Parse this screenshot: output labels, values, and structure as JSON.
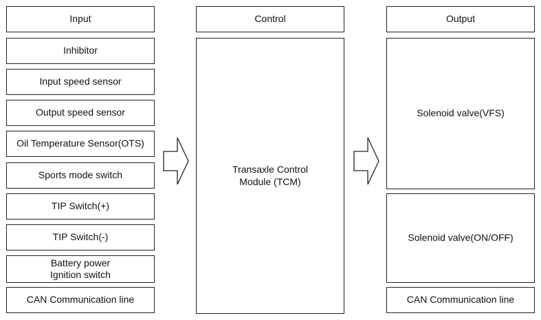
{
  "headers": {
    "input": "Input",
    "control": "Control",
    "output": "Output"
  },
  "inputs": [
    "Inhibitor",
    "Input speed sensor",
    "Output speed sensor",
    "Oil Temperature Sensor(OTS)",
    "Sports mode switch",
    "TIP Switch(+)",
    "TIP Switch(-)",
    "Battery power\nIgnition switch",
    "CAN Communication line"
  ],
  "control": {
    "module": "Transaxle Control\nModule (TCM)"
  },
  "outputs": [
    "Solenoid valve(VFS)",
    "Solenoid valve(ON/OFF)",
    "CAN Communication line"
  ]
}
